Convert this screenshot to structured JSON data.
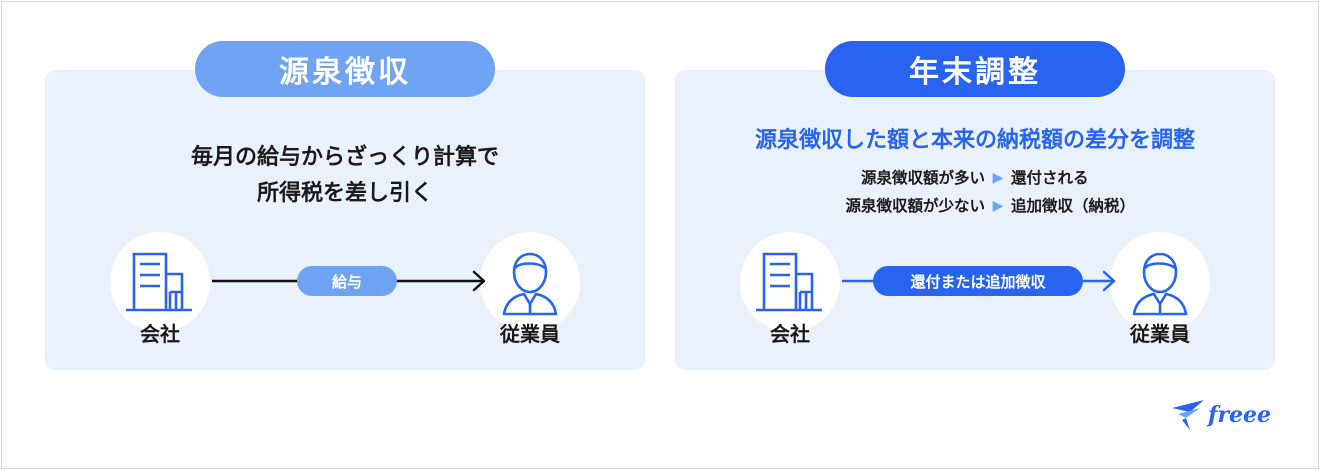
{
  "withholding": {
    "title": "源泉徴収",
    "description_line1": "毎月の給与からざっくり計算で",
    "description_line2": "所得税を差し引く",
    "from_label": "会社",
    "to_label": "従業員",
    "flow_label": "給与"
  },
  "year_end": {
    "title": "年末調整",
    "headline": "源泉徴収した額と本来の納税額の差分を調整",
    "cases": [
      {
        "condition": "源泉徴収額が多い",
        "result": "還付される"
      },
      {
        "condition": "源泉徴収額が少ない",
        "result": "追加徴収（納税）"
      }
    ],
    "from_label": "会社",
    "to_label": "従業員",
    "flow_label": "還付または追加徴収"
  },
  "logo": {
    "text": "freee"
  },
  "colors": {
    "pill_light": "#6ea4f3",
    "pill_dark": "#2864f0",
    "panel_bg": "#e9f1fc",
    "icon_blue": "#2864f0"
  },
  "icons": [
    "building-icon",
    "person-icon",
    "arrow-right-icon",
    "play-arrow-icon",
    "freee-bird-logo"
  ]
}
